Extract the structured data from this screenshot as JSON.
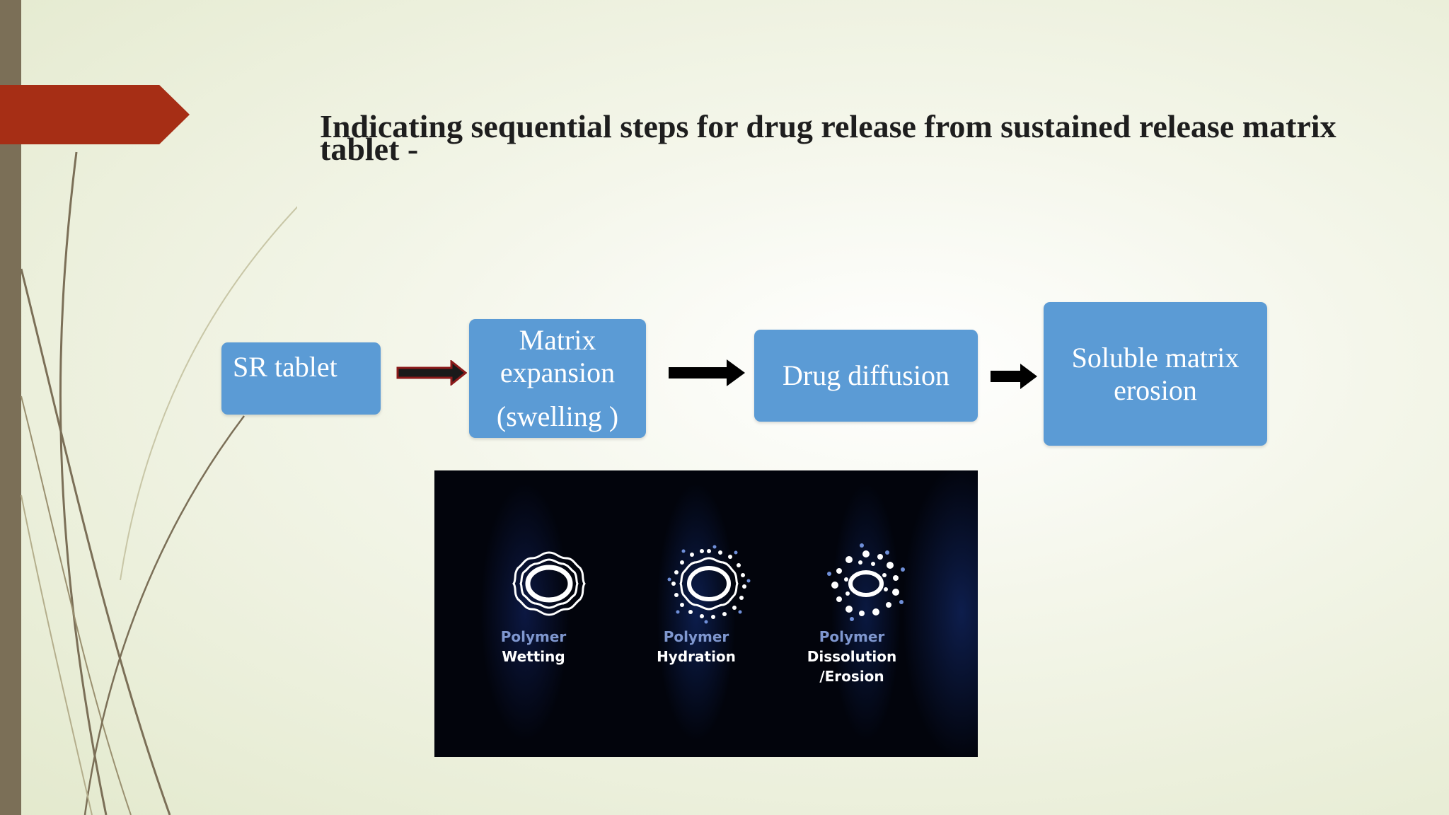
{
  "slide": {
    "title": "Indicating sequential steps for drug release from sustained release matrix tablet -"
  },
  "flow": {
    "steps": [
      {
        "lines": [
          "SR tablet"
        ]
      },
      {
        "lines": [
          "Matrix",
          "expansion",
          "(swelling )"
        ]
      },
      {
        "lines": [
          "Drug diffusion"
        ]
      },
      {
        "lines": [
          "Soluble matrix",
          "erosion"
        ]
      }
    ]
  },
  "image": {
    "stages": [
      {
        "line1": "Polymer",
        "line2": "Wetting"
      },
      {
        "line1": "Polymer",
        "line2": "Hydration"
      },
      {
        "line1": "Polymer",
        "line2": "Dissolution",
        "line3": "/Erosion"
      }
    ]
  },
  "colors": {
    "box": "#5b9bd5",
    "accent_tab": "#a62e15",
    "arrow": "#000000",
    "arrow_outline": "#8b1a1a"
  }
}
